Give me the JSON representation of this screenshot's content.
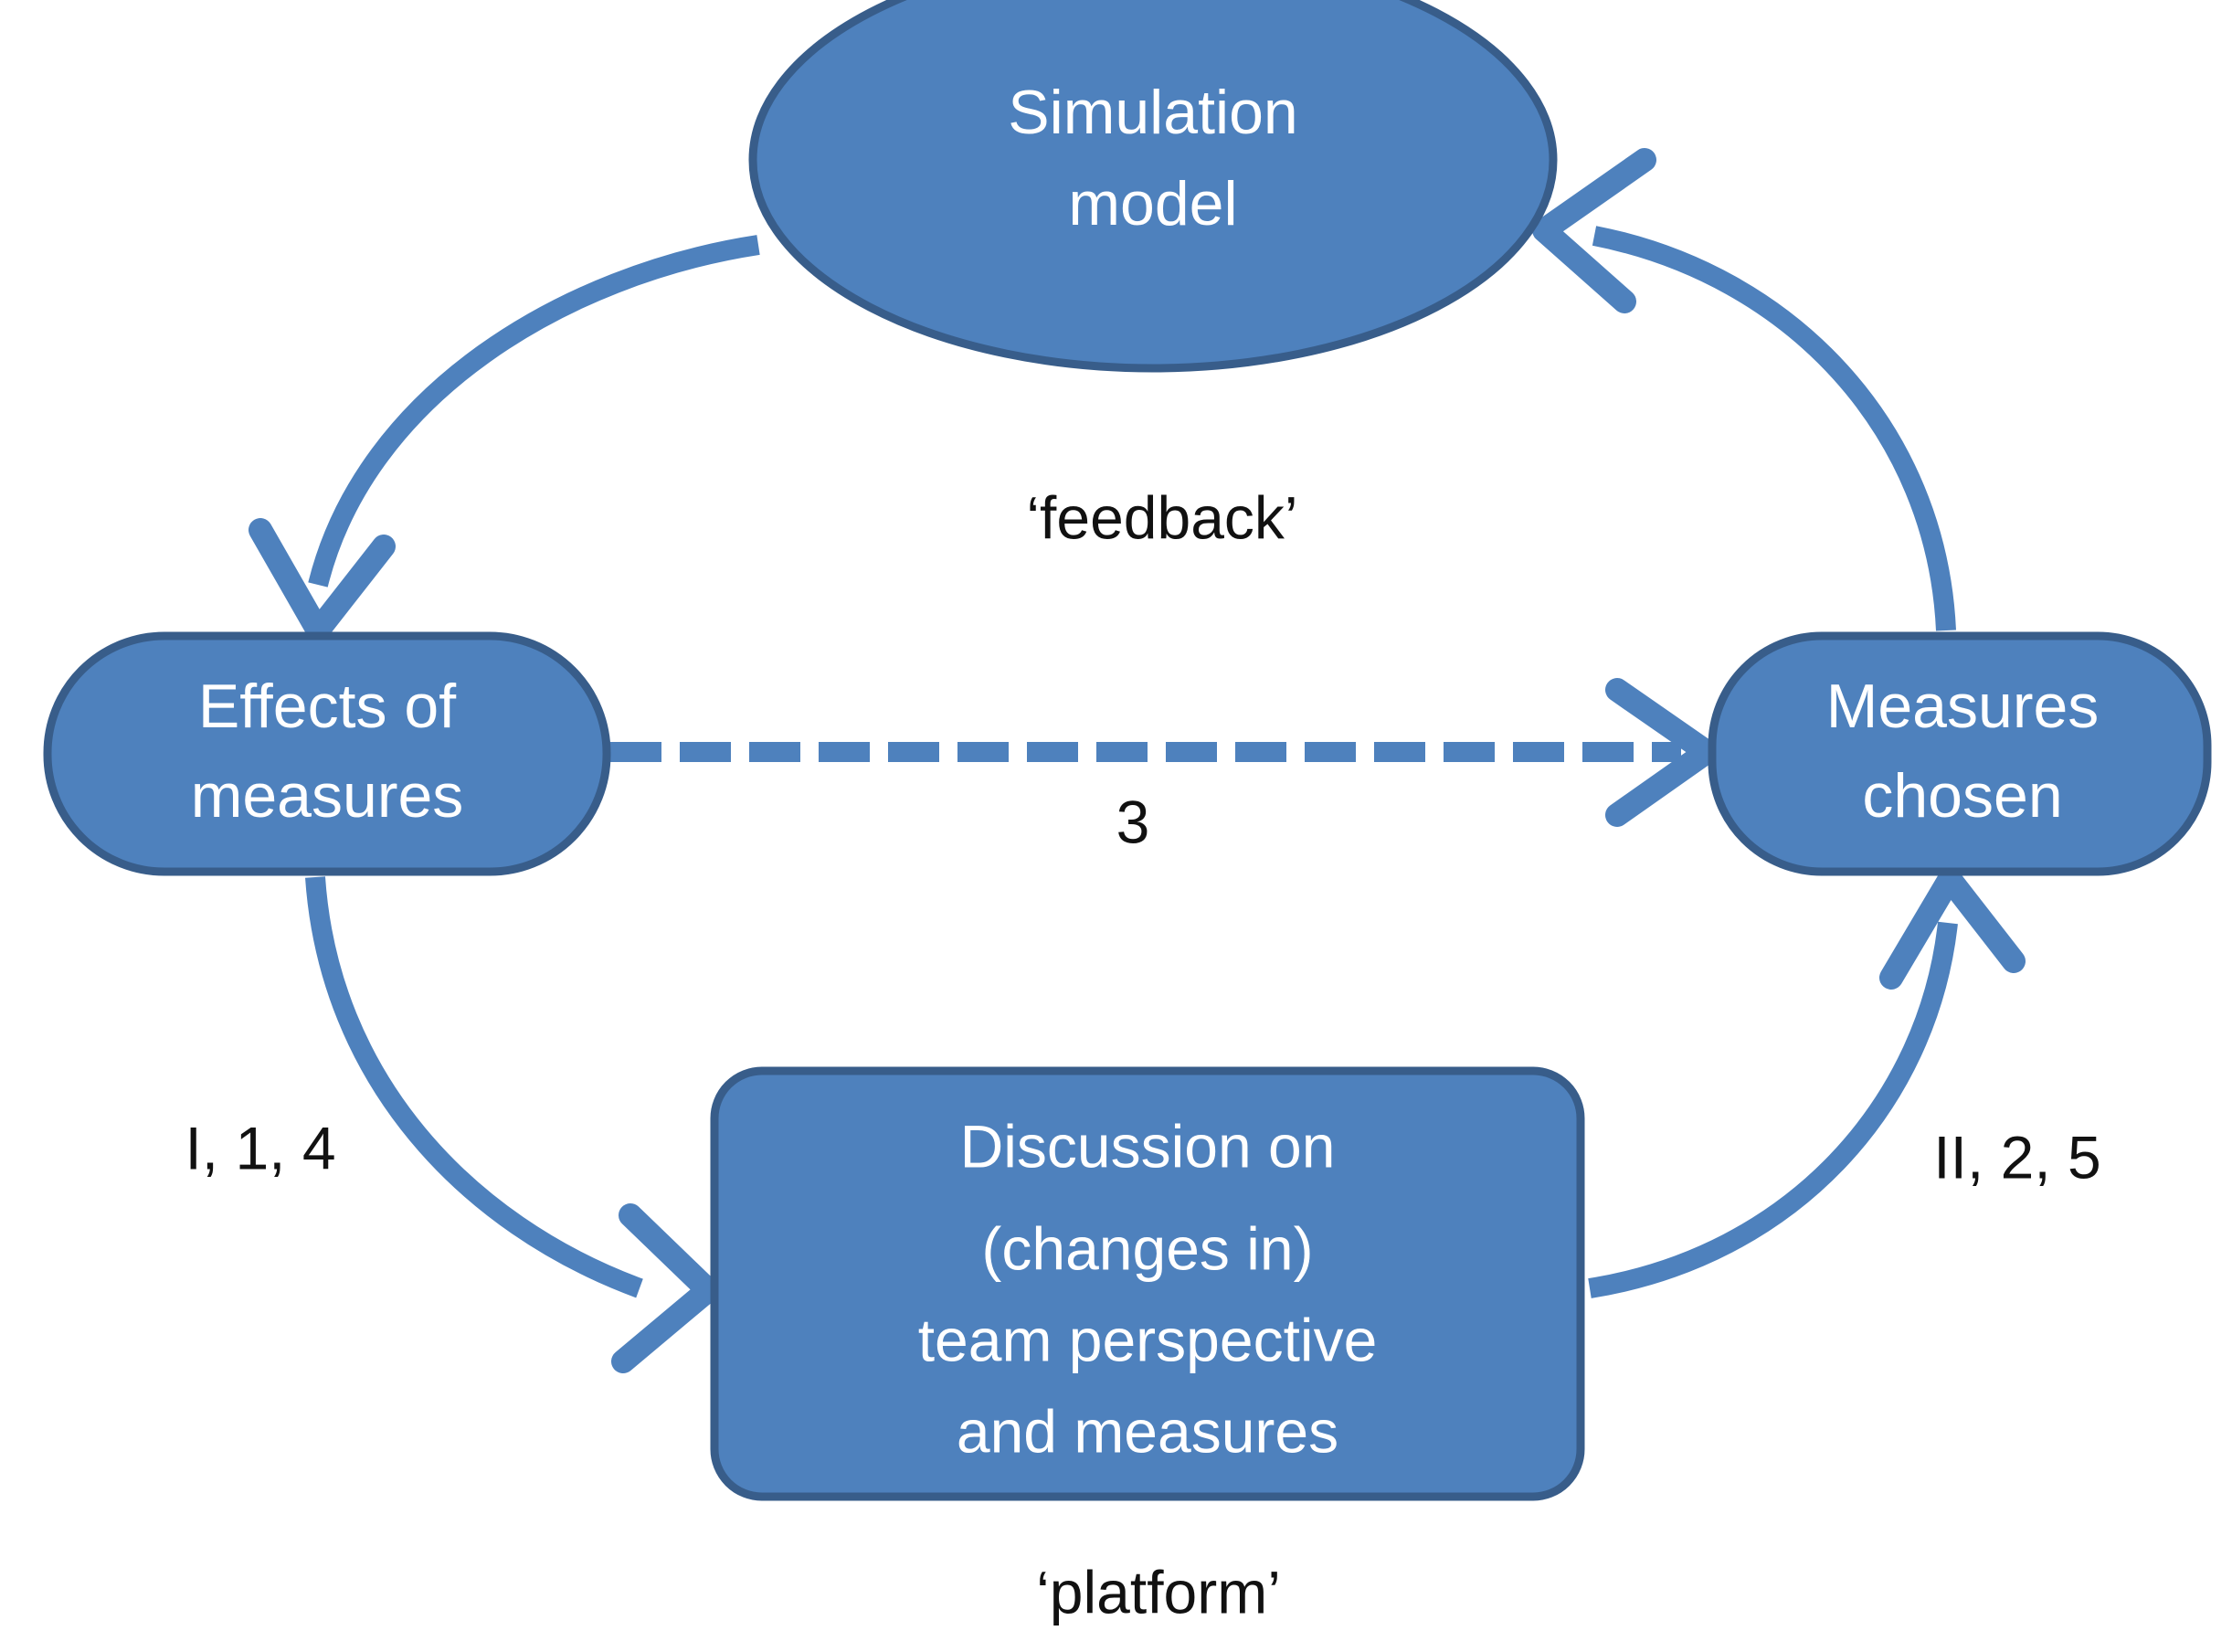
{
  "diagram": {
    "title": "Simulation model feedback and platform cycle",
    "colors": {
      "node_fill": "#4E81BD",
      "node_border": "#385D8A",
      "connector": "#4E81BD",
      "node_text": "#FFFFFF",
      "edge_text": "#111111",
      "background": "#FFFFFF"
    },
    "nodes": [
      {
        "id": "simulation-model",
        "shape": "ellipse",
        "lines": [
          "Simulation",
          "model"
        ]
      },
      {
        "id": "effects-of-measures",
        "shape": "rounded-rectangle",
        "lines": [
          "Effects of",
          "measures"
        ]
      },
      {
        "id": "measures-chosen",
        "shape": "rounded-rectangle",
        "lines": [
          "Measures",
          "chosen"
        ]
      },
      {
        "id": "discussion",
        "shape": "rounded-rectangle",
        "lines": [
          "Discussion on",
          "(changes in)",
          "team perspective",
          "and measures"
        ]
      }
    ],
    "edge_labels": [
      {
        "id": "feedback",
        "text": "‘feedback’"
      },
      {
        "id": "platform",
        "text": "‘platform’"
      },
      {
        "id": "left-cycle",
        "text": "I, 1, 4"
      },
      {
        "id": "right-cycle",
        "text": "II, 2, 5"
      },
      {
        "id": "direct",
        "text": "3"
      }
    ],
    "edges": [
      {
        "id": "simulation-to-effects",
        "from": "simulation-model",
        "to": "effects-of-measures",
        "style": "solid-curved",
        "label": ""
      },
      {
        "id": "effects-to-discussion",
        "from": "effects-of-measures",
        "to": "discussion",
        "style": "solid-curved",
        "label": "I, 1, 4"
      },
      {
        "id": "discussion-to-measures",
        "from": "discussion",
        "to": "measures-chosen",
        "style": "solid-curved",
        "label": "II, 2, 5"
      },
      {
        "id": "measures-to-simulation",
        "from": "measures-chosen",
        "to": "simulation-model",
        "style": "solid-curved",
        "label": ""
      },
      {
        "id": "effects-to-measures-direct",
        "from": "effects-of-measures",
        "to": "measures-chosen",
        "style": "dashed-straight",
        "label": "3"
      }
    ]
  }
}
